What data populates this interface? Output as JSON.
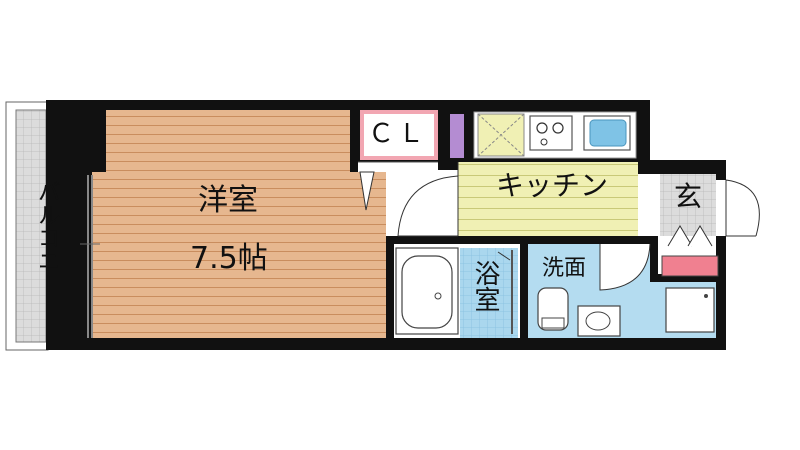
{
  "floorplan": {
    "rooms": {
      "western_room": {
        "name": "洋室",
        "size": "7.5帖"
      },
      "closet": {
        "name": "ＣＬ"
      },
      "kitchen": {
        "name": "キッチン"
      },
      "entrance": {
        "name": "玄"
      },
      "bath": {
        "name": "浴室"
      },
      "washroom": {
        "name": "洗面"
      },
      "balcony": {
        "name": "バルコニー"
      }
    },
    "colors": {
      "wall": "#111111",
      "flooring": "#e6b78f",
      "flooring_line": "#c98d5e",
      "kitchen_floor": "#f0f0b4",
      "kitchen_line": "#c9c978",
      "bath_tile": "#aad7ee",
      "washroom": "#b4dcf0",
      "balcony_floor": "#dcdcdc",
      "closet_border": "#f2a6b2",
      "pink_box": "#f08090",
      "purple": "#b48cd2",
      "sink": "#7fc3e6"
    }
  }
}
